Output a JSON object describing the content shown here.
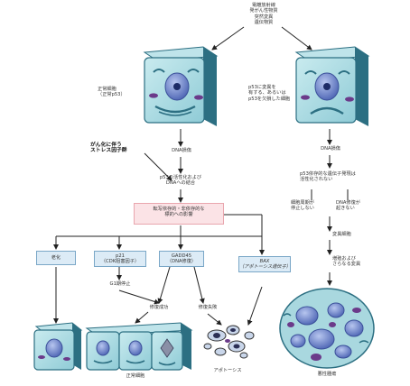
{
  "top_label": "電離放射線\n発がん性物質\n突然変異\n遺伝物質",
  "normal_cell_label": "正常細胞\n（正常p53）",
  "mutant_cell_label": "p53に変異を\n有する、あるいは\np53を欠損した細胞",
  "stress_label": "がん化に伴う\nストレス因子群",
  "dna_damage_left": "DNA損傷",
  "dna_damage_right": "DNA損傷",
  "p53_activation": "p53の活性化および\nDNAへの結合",
  "transcription_box": "転写依存的・非依存的な\n標的への影響",
  "senescence_box": "老化",
  "p21_box": "p21\n（CDK阻害因子）",
  "gadd45_box": "GADD45\n（DNA修復）",
  "bax_box": "BAX\n（アポトーシス遺伝子）",
  "g1_arrest": "G1期停止",
  "repair_success": "修復成功",
  "repair_fail": "修復失敗",
  "normal_cells_bottom": "正常細胞",
  "apoptosis": "アポトーシス",
  "right_no_activation": "p53依存的な遺伝子発現は\n活性化されない",
  "right_no_arrest": "細胞周期が\n停止しない",
  "right_no_repair": "DNA修復が\n起きない",
  "right_mutant_cells": "変異細胞",
  "right_proliferation": "増殖および\nさらなる変異",
  "malignant": "悪性腫瘍",
  "colors": {
    "cell_fill": "#a9d8df",
    "cell_side": "#2c6f82",
    "nucleus": "#6f86c8",
    "arrow": "#222222",
    "box_blue": "#dcebf6",
    "box_pink": "#fbe3e6",
    "organelle": "#6b3a8a"
  }
}
